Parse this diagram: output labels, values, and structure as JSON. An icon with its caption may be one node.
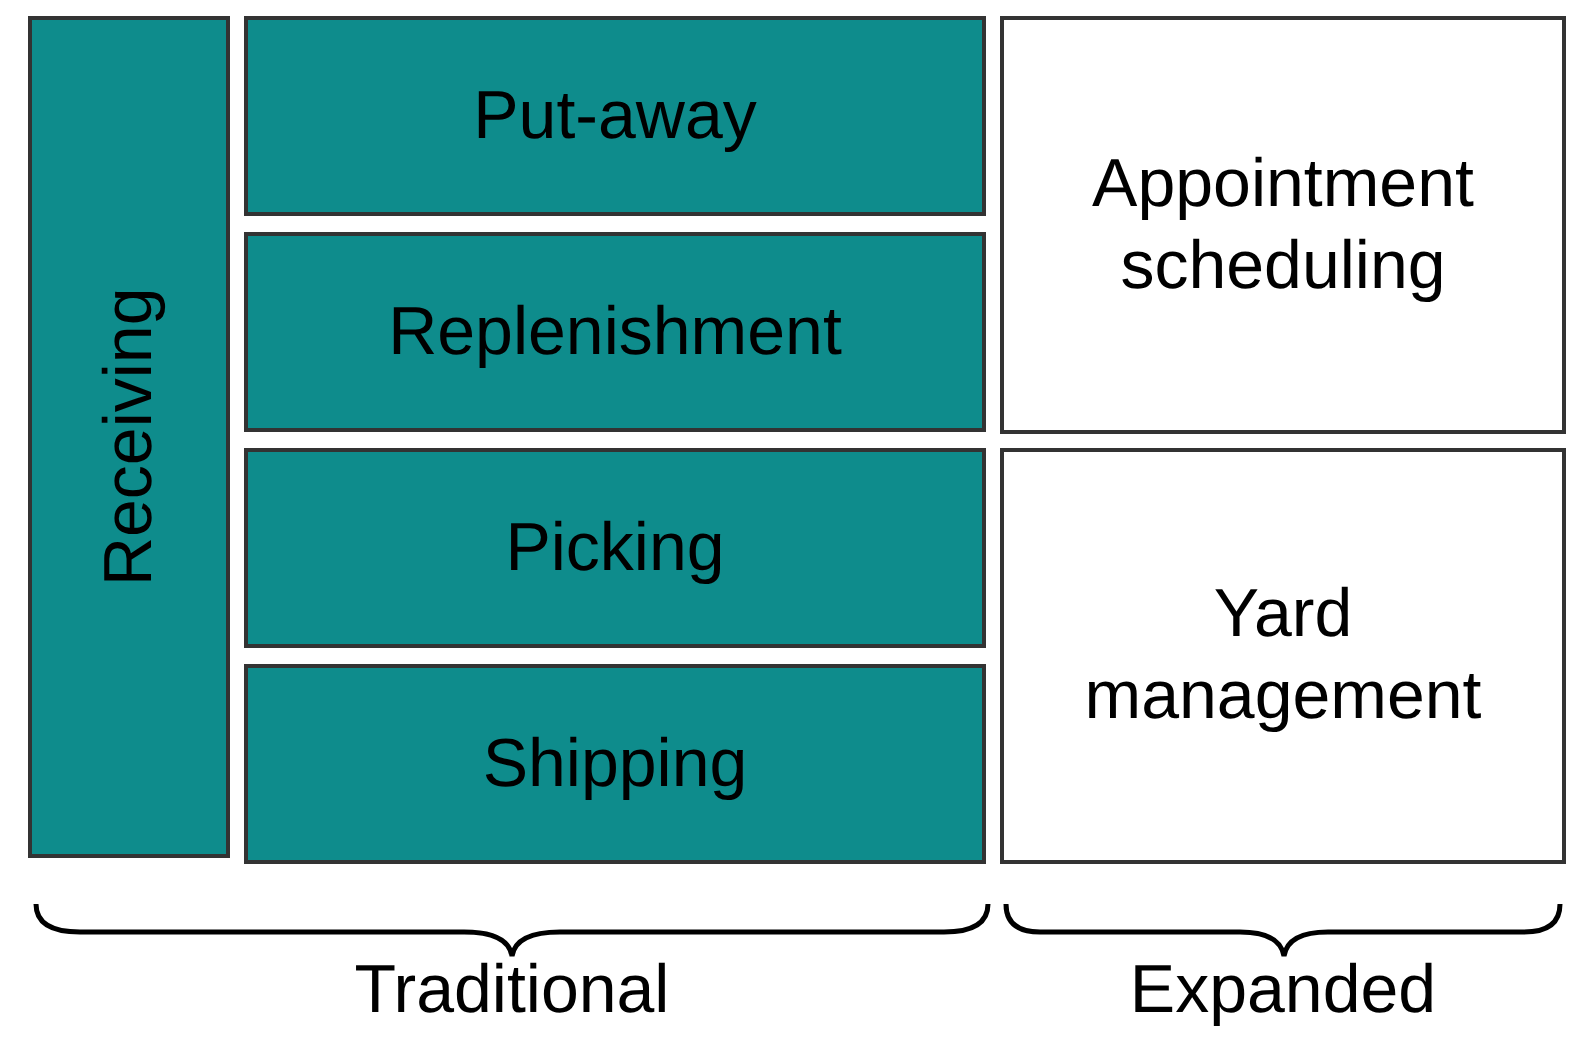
{
  "diagram": {
    "nodes": [
      {
        "text": [
          "Receiving"
        ]
      },
      {
        "text": [
          "Put-away"
        ]
      },
      {
        "text": [
          "Replenishment"
        ]
      },
      {
        "text": [
          "Picking"
        ]
      },
      {
        "text": [
          "Shipping"
        ]
      },
      {
        "text": [
          "Appointment scheduling"
        ]
      },
      {
        "text": [
          "Yard management"
        ]
      }
    ],
    "edges": [],
    "labels": [
      "Traditional",
      "Expanded"
    ]
  }
}
